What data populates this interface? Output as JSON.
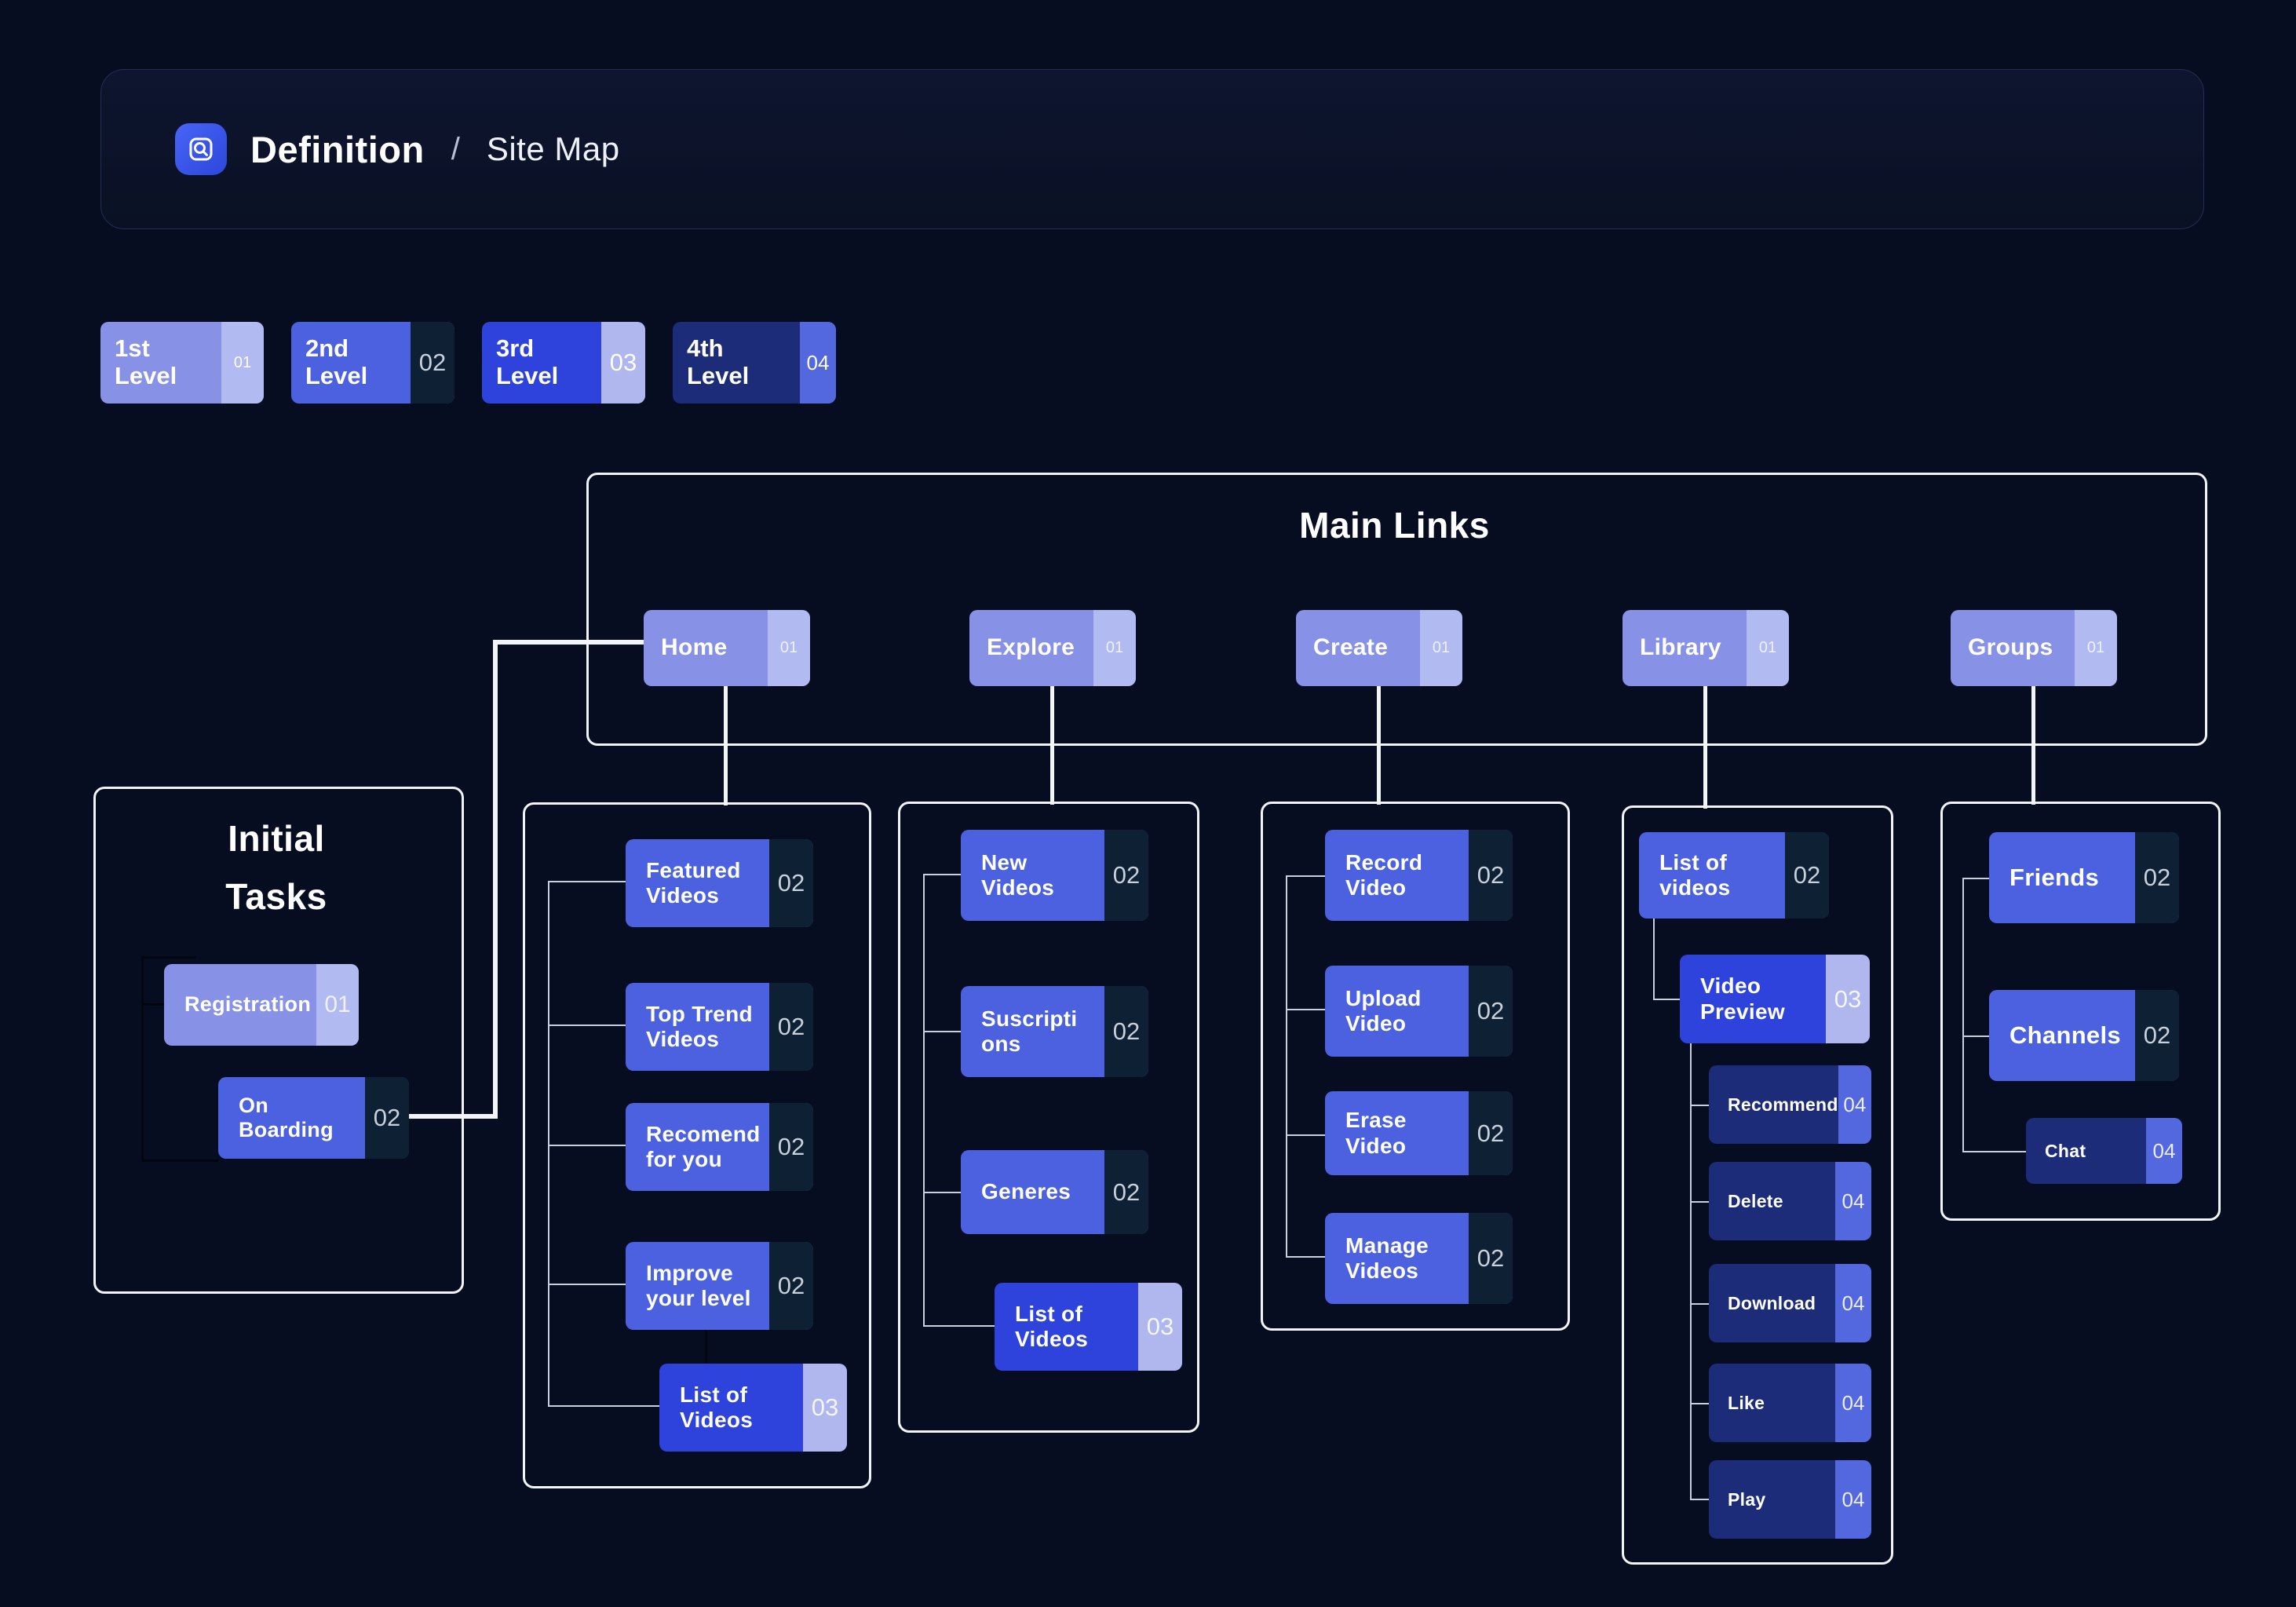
{
  "header": {
    "icon": "search-document-icon",
    "title": "Definition",
    "separator": "/",
    "subtitle": "Site Map"
  },
  "legend": {
    "items": [
      {
        "label": "1st\nLevel",
        "number": "01",
        "level": 1
      },
      {
        "label": "2nd\nLevel",
        "number": "02",
        "level": 2
      },
      {
        "label": "3rd\nLevel",
        "number": "03",
        "level": 3
      },
      {
        "label": "4th\nLevel",
        "number": "04",
        "level": 4
      }
    ]
  },
  "main_links": {
    "title": "Main Links",
    "nodes": [
      {
        "label": "Home",
        "number": "01"
      },
      {
        "label": "Explore",
        "number": "01"
      },
      {
        "label": "Create",
        "number": "01"
      },
      {
        "label": "Library",
        "number": "01"
      },
      {
        "label": "Groups",
        "number": "01"
      }
    ]
  },
  "initial_tasks": {
    "title": "Initial\nTasks",
    "nodes": [
      {
        "label": "Registration",
        "number": "01"
      },
      {
        "label": "On\nBoarding",
        "number": "02"
      }
    ]
  },
  "branches": {
    "home": {
      "children": [
        {
          "label": "Featured\nVideos",
          "number": "02"
        },
        {
          "label": "Top Trend\nVideos",
          "number": "02"
        },
        {
          "label": "Recomend\nfor you",
          "number": "02"
        },
        {
          "label": "Improve\nyour level",
          "number": "02"
        },
        {
          "label": "List of\nVideos",
          "number": "03"
        }
      ]
    },
    "explore": {
      "children": [
        {
          "label": "New\nVideos",
          "number": "02"
        },
        {
          "label": "Suscripti\nons",
          "number": "02"
        },
        {
          "label": "Generes",
          "number": "02"
        },
        {
          "label": "List of\nVideos",
          "number": "03"
        }
      ]
    },
    "create": {
      "children": [
        {
          "label": "Record\nVideo",
          "number": "02"
        },
        {
          "label": "Upload\nVideo",
          "number": "02"
        },
        {
          "label": "Erase Video",
          "number": "02"
        },
        {
          "label": "Manage\nVideos",
          "number": "02"
        }
      ]
    },
    "library": {
      "children": [
        {
          "label": "List of\nvideos",
          "number": "02"
        },
        {
          "label": "Video\nPreview",
          "number": "03"
        },
        {
          "label": "Recommend",
          "number": "04"
        },
        {
          "label": "Delete",
          "number": "04"
        },
        {
          "label": "Download",
          "number": "04"
        },
        {
          "label": "Like",
          "number": "04"
        },
        {
          "label": "Play",
          "number": "04"
        }
      ]
    },
    "groups": {
      "children": [
        {
          "label": "Friends",
          "number": "02"
        },
        {
          "label": "Channels",
          "number": "02"
        },
        {
          "label": "Chat",
          "number": "04"
        }
      ]
    }
  },
  "palette": {
    "background": "#070D20",
    "level1_main": "#8792E6",
    "level1_strip": "#B1BAF1",
    "level2_main": "#4B61DF",
    "level2_strip": "#0E2134",
    "level3_main": "#2E43DC",
    "level3_strip": "#B0B7EE",
    "level4_main": "#1D2C79",
    "level4_strip": "#5367DF",
    "icon_accent": "#3D5AF0",
    "connector": "#F2F4F8"
  }
}
